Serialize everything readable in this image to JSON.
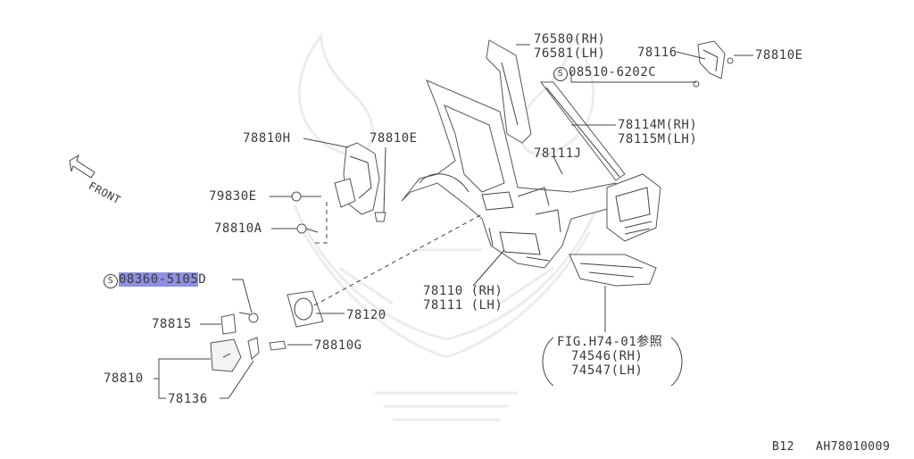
{
  "labels": {
    "p76580": "76580(RH)",
    "p76581": "76581(LH)",
    "p78116": "78116",
    "p78810E_top": "78810E",
    "p08510": "08510-6202C",
    "p78114M": "78114M(RH)",
    "p78115M": "78115M(LH)",
    "p78111J": "78111J",
    "p78810H": "78810H",
    "p78810E_mid": "78810E",
    "p79830E": "79830E",
    "p78810A": "78810A",
    "p08360_hl": "08360-5105",
    "p08360_suffix": "D",
    "p78815": "78815",
    "p78120": "78120",
    "p78810G": "78810G",
    "p78810": "78810",
    "p78136": "78136",
    "p78110": "78110 (RH)",
    "p78111": "78111 (LH)",
    "fig_ref": "FIG.H74-01参照",
    "p74546": "74546(RH)",
    "p74547": "74547(LH)",
    "front": "FRONT",
    "s_symbol": "S"
  },
  "footer": {
    "page": "B12",
    "code": "AH78010009"
  },
  "highlight_color": "#8f8fe6"
}
